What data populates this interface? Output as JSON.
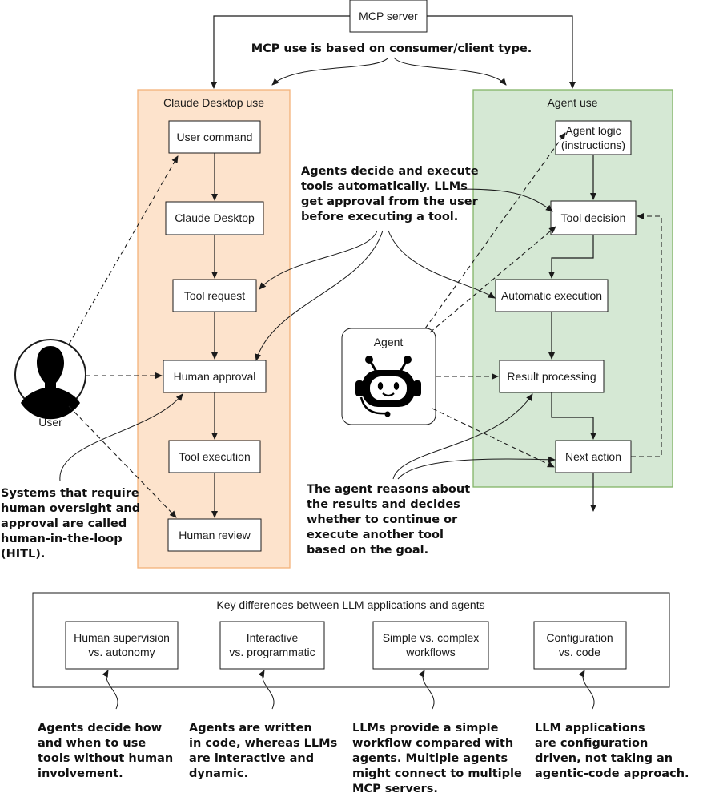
{
  "mcp_server": "MCP server",
  "mcp_note": "MCP use is based on consumer/client type.",
  "claude_panel": {
    "title": "Claude Desktop use",
    "steps": [
      "User command",
      "Claude Desktop",
      "Tool request",
      "Human approval",
      "Tool execution",
      "Human review"
    ]
  },
  "agent_panel": {
    "title": "Agent use",
    "logic": [
      "Agent logic",
      "(instructions)"
    ],
    "steps": [
      "Tool decision",
      "Automatic execution",
      "Result processing",
      "Next action"
    ]
  },
  "user_label": "User",
  "agent_label": "Agent",
  "notes": {
    "agents_decide": [
      "Agents decide and execute",
      "tools automatically. LLMs",
      "get approval from the user",
      "before executing a tool."
    ],
    "hitl": [
      "Systems that require",
      "human oversight and",
      "approval are called",
      "human-in-the-loop",
      "(HITL)."
    ],
    "reasons": [
      "The agent reasons about",
      "the results and decides",
      "whether to continue or",
      "execute another tool",
      "based on the goal."
    ]
  },
  "differences": {
    "title": "Key differences between LLM applications and agents",
    "items": [
      {
        "label": [
          "Human supervision",
          "vs. autonomy"
        ],
        "note": [
          "Agents decide how",
          "and when to use",
          "tools without human",
          "involvement."
        ]
      },
      {
        "label": [
          "Interactive",
          "vs. programmatic"
        ],
        "note": [
          "Agents are written",
          "in code, whereas LLMs",
          "are interactive and",
          "dynamic."
        ]
      },
      {
        "label": [
          "Simple vs. complex",
          "workflows"
        ],
        "note": [
          "LLMs provide a simple",
          "workflow compared with",
          "agents. Multiple agents",
          "might connect to multiple",
          "MCP servers."
        ]
      },
      {
        "label": [
          "Configuration",
          "vs. code"
        ],
        "note": [
          "LLM applications",
          "are configuration",
          "driven, not taking an",
          "agentic-code approach."
        ]
      }
    ]
  },
  "colors": {
    "claude_fill": "#fde3cc",
    "claude_stroke": "#f3b27a",
    "agent_fill": "#d5e8d4",
    "agent_stroke": "#82b366"
  }
}
